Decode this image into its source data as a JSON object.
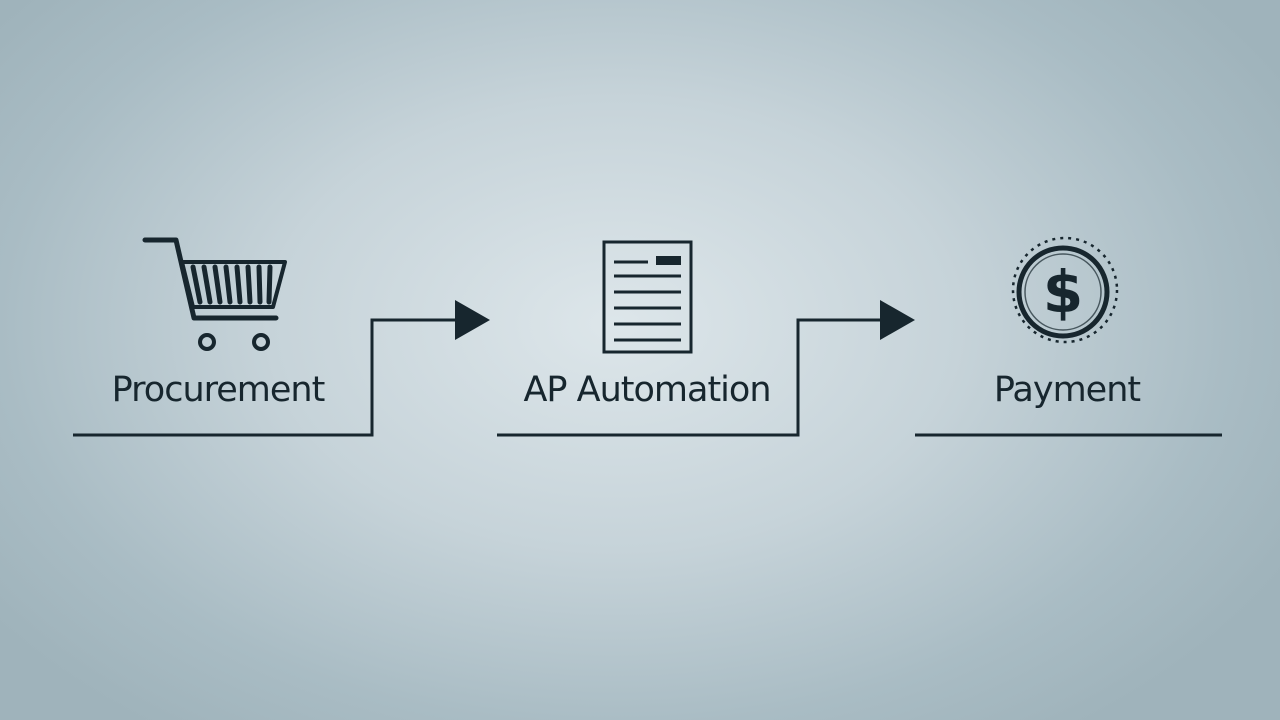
{
  "steps": [
    {
      "label": "Procurement",
      "icon": "shopping-cart-icon"
    },
    {
      "label": "AP Automation",
      "icon": "invoice-document-icon"
    },
    {
      "label": "Payment",
      "icon": "dollar-coin-icon"
    }
  ],
  "colors": {
    "ink": "#17262e",
    "background_center": "#dde6ea",
    "background_edge": "#9fb3bb"
  }
}
